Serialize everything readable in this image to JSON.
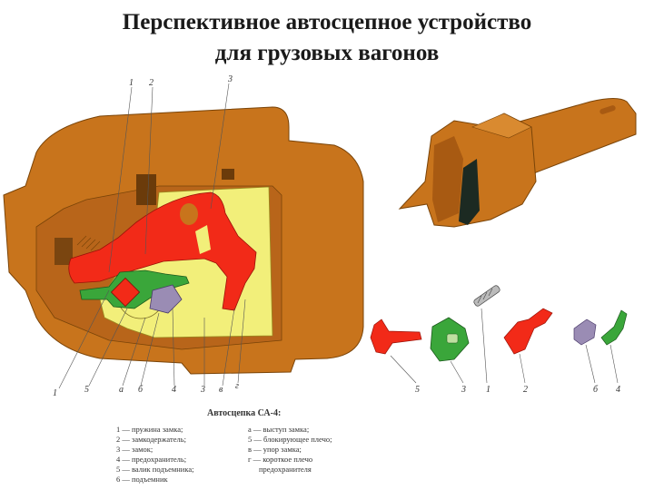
{
  "slide": {
    "title_line1": "Перспективное автосцепное устройство",
    "title_line2": "для грузовых вагонов"
  },
  "section_view": {
    "callouts_top": [
      "1",
      "2",
      "3"
    ],
    "callouts_bottom": [
      "1",
      "5",
      "а",
      "б",
      "4",
      "3",
      "в",
      "г"
    ]
  },
  "parts_view": {
    "callouts": [
      "5",
      "3",
      "1",
      "2",
      "б",
      "4"
    ]
  },
  "legend": {
    "title": "Автосцепка СА-4:",
    "left_items": [
      "1 — пружина замка;",
      "2 — замкодержатель;",
      "3 — замок;",
      "4 — предохранитель;",
      "5 — валик подъемника;",
      "6 — подъемник"
    ],
    "right_items": [
      "а — выступ замка;",
      "5 — блокирующее плечо;",
      "в — упор замка;",
      "г — короткое плечо",
      "предохранителя"
    ]
  },
  "colors": {
    "body": "#c8741c",
    "body_dark": "#a85a12",
    "lock_red": "#f22a18",
    "yellow": "#f2ef7a",
    "green": "#3aa63a",
    "purple": "#9a8cb4"
  }
}
